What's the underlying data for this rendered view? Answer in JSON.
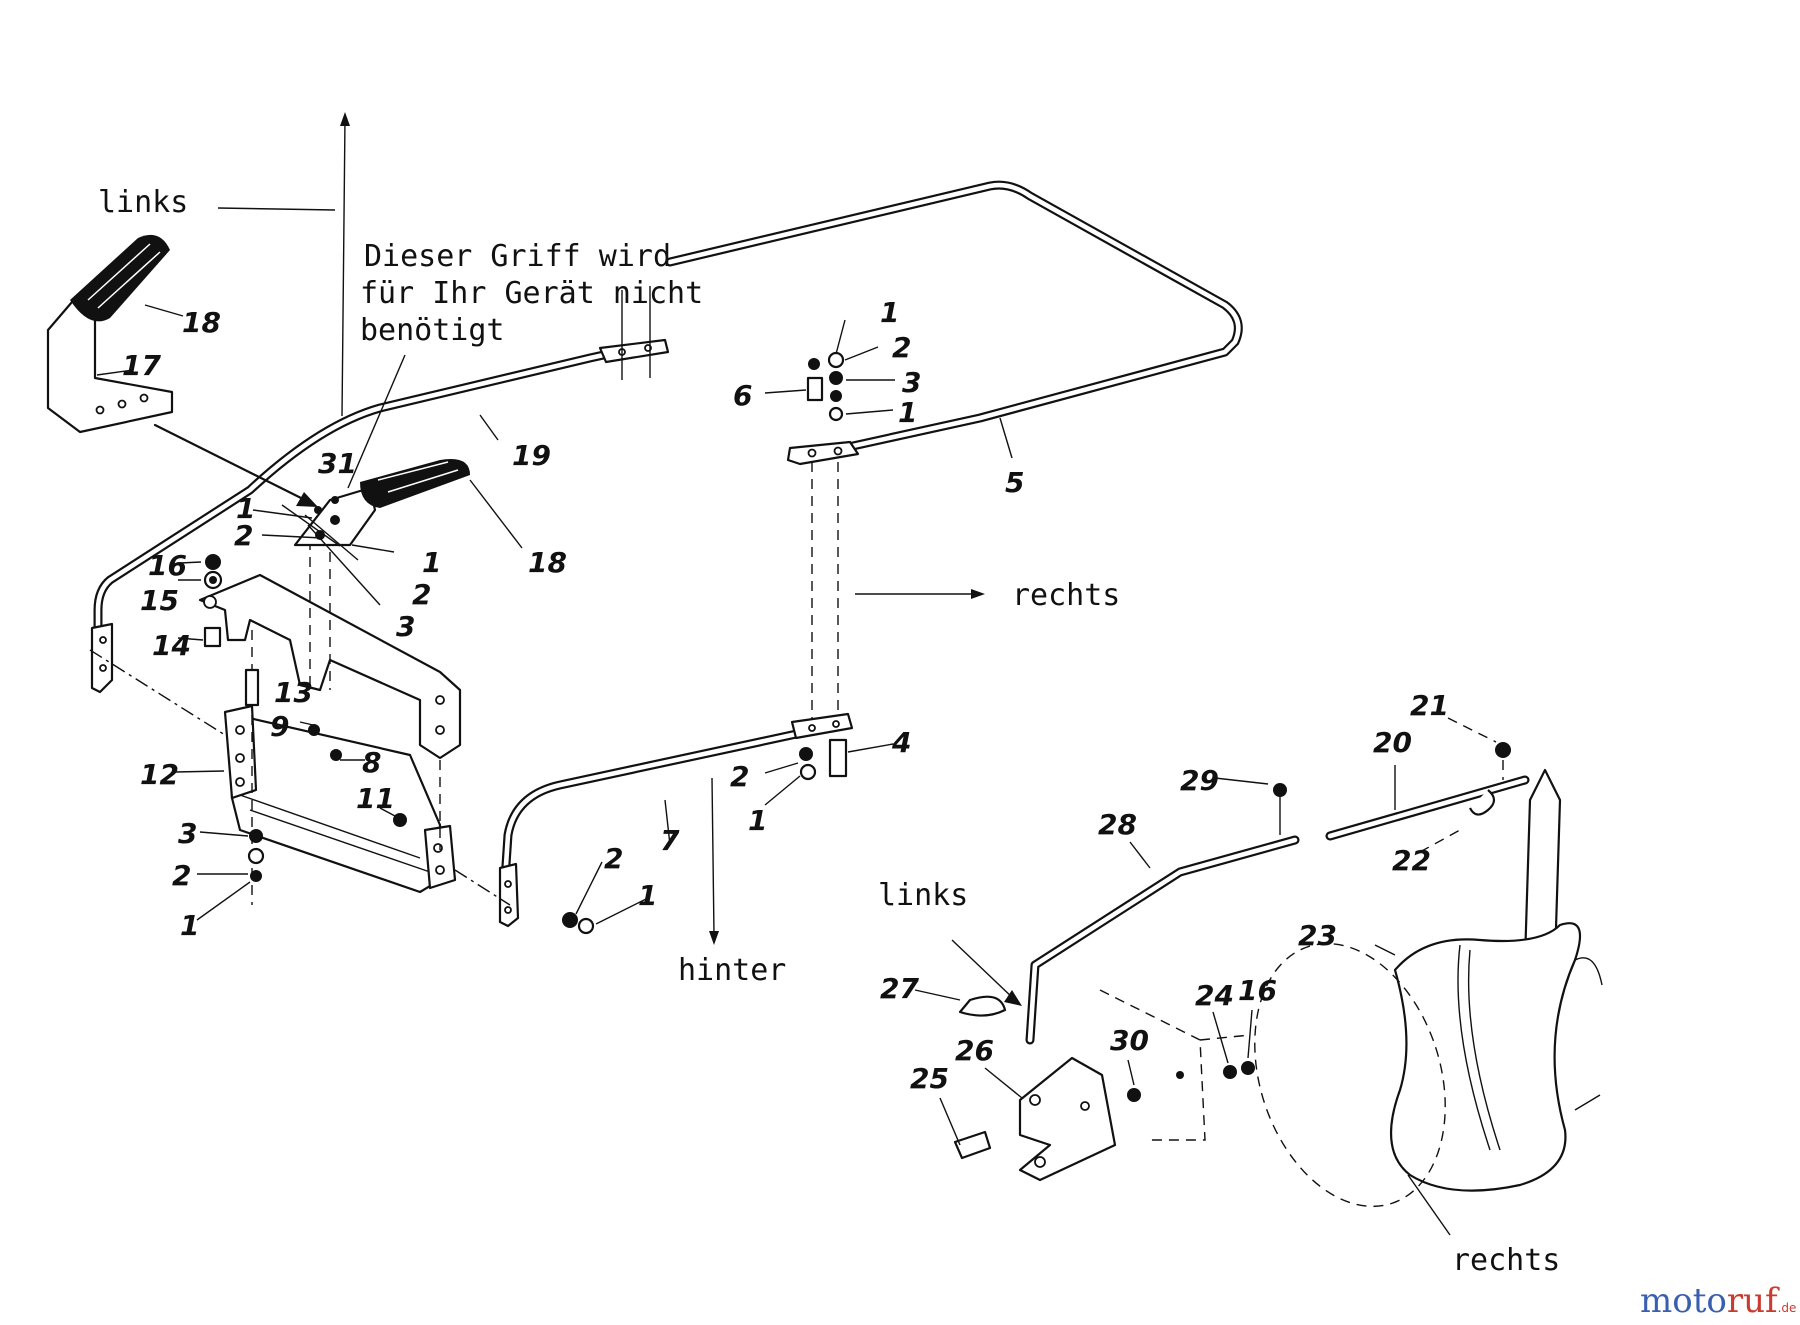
{
  "directions": {
    "links_top": "links",
    "rechts_mid": "rechts",
    "hinter": "hinter",
    "links_bottom": "links",
    "rechts_bottom": "rechts"
  },
  "note": {
    "line1": "Dieser Griff wird",
    "line2": "für Ihr Gerät nicht",
    "line3": "benötigt"
  },
  "callouts": {
    "c18a": "18",
    "c17": "17",
    "c19": "19",
    "c31": "31",
    "c18b": "18",
    "c1a": "1",
    "c2a": "2",
    "c1b": "1",
    "c2b": "2",
    "c3a": "3",
    "c16a": "16",
    "c15": "15",
    "c14": "14",
    "c13": "13",
    "c9": "9",
    "c8": "8",
    "c12": "12",
    "c11": "11",
    "c3b": "3",
    "c2c": "2",
    "c1c": "1",
    "c2d": "2",
    "c1d": "1",
    "c7": "7",
    "c1e": "1",
    "c2e": "2",
    "c3c": "3",
    "c1f": "1",
    "c6": "6",
    "c5": "5",
    "c4": "4",
    "c2f": "2",
    "c1g": "1",
    "c21": "21",
    "c20": "20",
    "c22": "22",
    "c29": "29",
    "c28": "28",
    "c23": "23",
    "c27": "27",
    "c26": "26",
    "c25": "25",
    "c30": "30",
    "c24": "24",
    "c16b": "16"
  },
  "watermark": {
    "part1": "moto",
    "part2": "ruf",
    "suffix": ".de"
  },
  "colors": {
    "line": "#111111",
    "watermark_blue": "#3a5fb0",
    "watermark_red": "#c93a2f"
  }
}
